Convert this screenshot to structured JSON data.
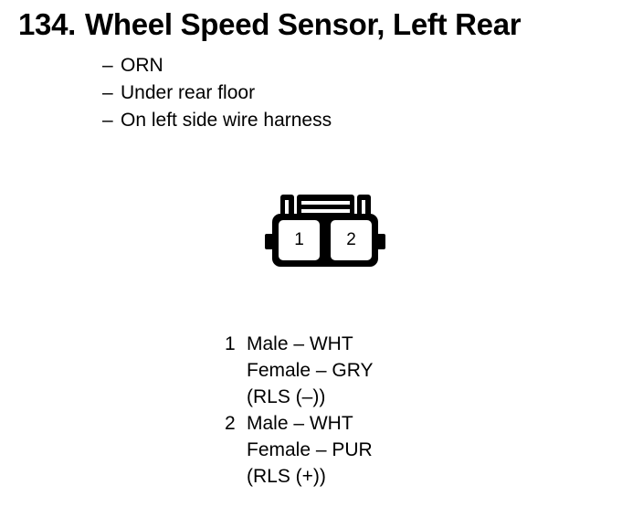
{
  "page": {
    "background_color": "#ffffff",
    "ink_color": "#000000"
  },
  "header": {
    "number": "134.",
    "title": "Wheel Speed Sensor, Left Rear"
  },
  "details": {
    "bullet_char": "–",
    "items": [
      "ORN",
      "Under rear floor",
      "On left side wire harness"
    ]
  },
  "connector": {
    "cavities": [
      {
        "label": "1"
      },
      {
        "label": "2"
      }
    ]
  },
  "legend": {
    "pins": [
      {
        "number": "1",
        "lines": [
          "Male – WHT",
          "Female – GRY",
          "(RLS (–))"
        ]
      },
      {
        "number": "2",
        "lines": [
          "Male – WHT",
          "Female – PUR",
          "(RLS (+))"
        ]
      }
    ]
  }
}
